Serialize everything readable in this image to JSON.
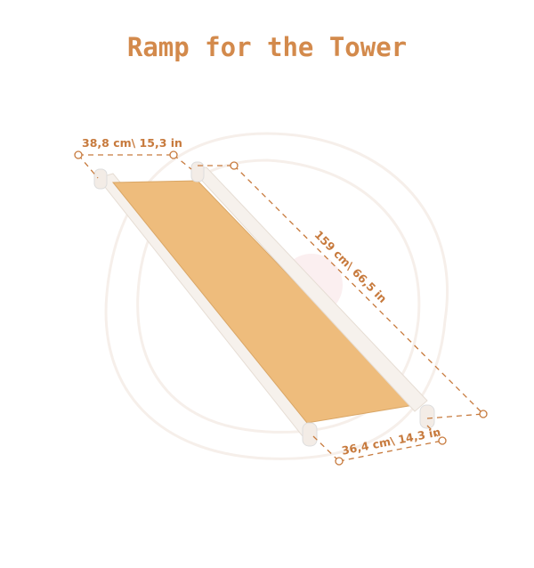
{
  "title": "Ramp for the Tower",
  "dimensions": {
    "width_top": "38,8 cm\\ 15,3 in",
    "length": "159 cm\\ 66,5 in",
    "width_bottom": "36,4 cm\\ 14,3 in"
  },
  "colors": {
    "accent": "#d38a4c",
    "wood": "#eebc7c"
  }
}
